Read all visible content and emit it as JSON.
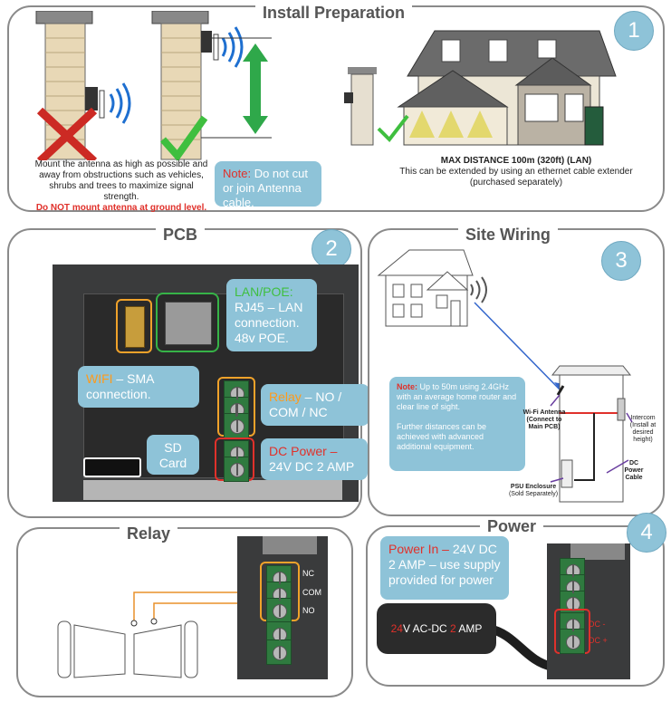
{
  "install": {
    "title": "Install Preparation",
    "number": "1",
    "mount_text": "Mount the antenna as high as possible and away from obstructions such as vehicles, shrubs and trees to maximize signal strength.",
    "mount_warning": "Do NOT mount antenna at ground level.",
    "note_label": "Note:",
    "note_text": "Do not cut or join Antenna cable.",
    "distance_title": "MAX DISTANCE 100m (320ft) (LAN)",
    "distance_text": "This can be extended by using an ethernet cable extender (purchased separately)"
  },
  "pcb": {
    "title": "PCB",
    "number": "2",
    "lan_label": "LAN/POE",
    "lan_colon": ":",
    "lan_text": "RJ45 – LAN connection. 48v POE.",
    "wifi_label": "WIFI",
    "wifi_text": " – SMA connection.",
    "sd_text": "SD Card",
    "relay_label": "Relay",
    "relay_text": " – NO / COM / NC",
    "dc_label": "DC Power –",
    "dc_text": "24V DC 2 AMP"
  },
  "site": {
    "title": "Site Wiring",
    "number": "3",
    "note_label": "Note:",
    "note_text": " Up to 50m using 2.4GHz with an average home router and clear line of sight.",
    "note_text2": "Further distances can be achieved with advanced additional equipment.",
    "wifi_antenna": "Wi-Fi Antenna (Connect to Main PCB)",
    "intercom": "Intercom (Install at desired height)",
    "dc_cable": "DC Power Cable",
    "psu_label": "PSU Enclosure",
    "psu_sub": "(Sold Separately)"
  },
  "relay": {
    "title": "Relay",
    "nc": "NC",
    "com": "COM",
    "no": "NO"
  },
  "power": {
    "title": "Power",
    "number": "4",
    "label": "Power In –",
    "text": " 24V DC 2 AMP – use supply provided for power",
    "psu_a": "24",
    "psu_b": "V AC-DC ",
    "psu_c": "2",
    "psu_d": " AMP",
    "dcm": "DC -",
    "dcp": "DC +"
  },
  "colors": {
    "bubble": "#8ec3d8",
    "red": "#e0312b",
    "green": "#3fbf3f",
    "orange": "#ff9a1a",
    "terminal": "#2f7a3f"
  }
}
